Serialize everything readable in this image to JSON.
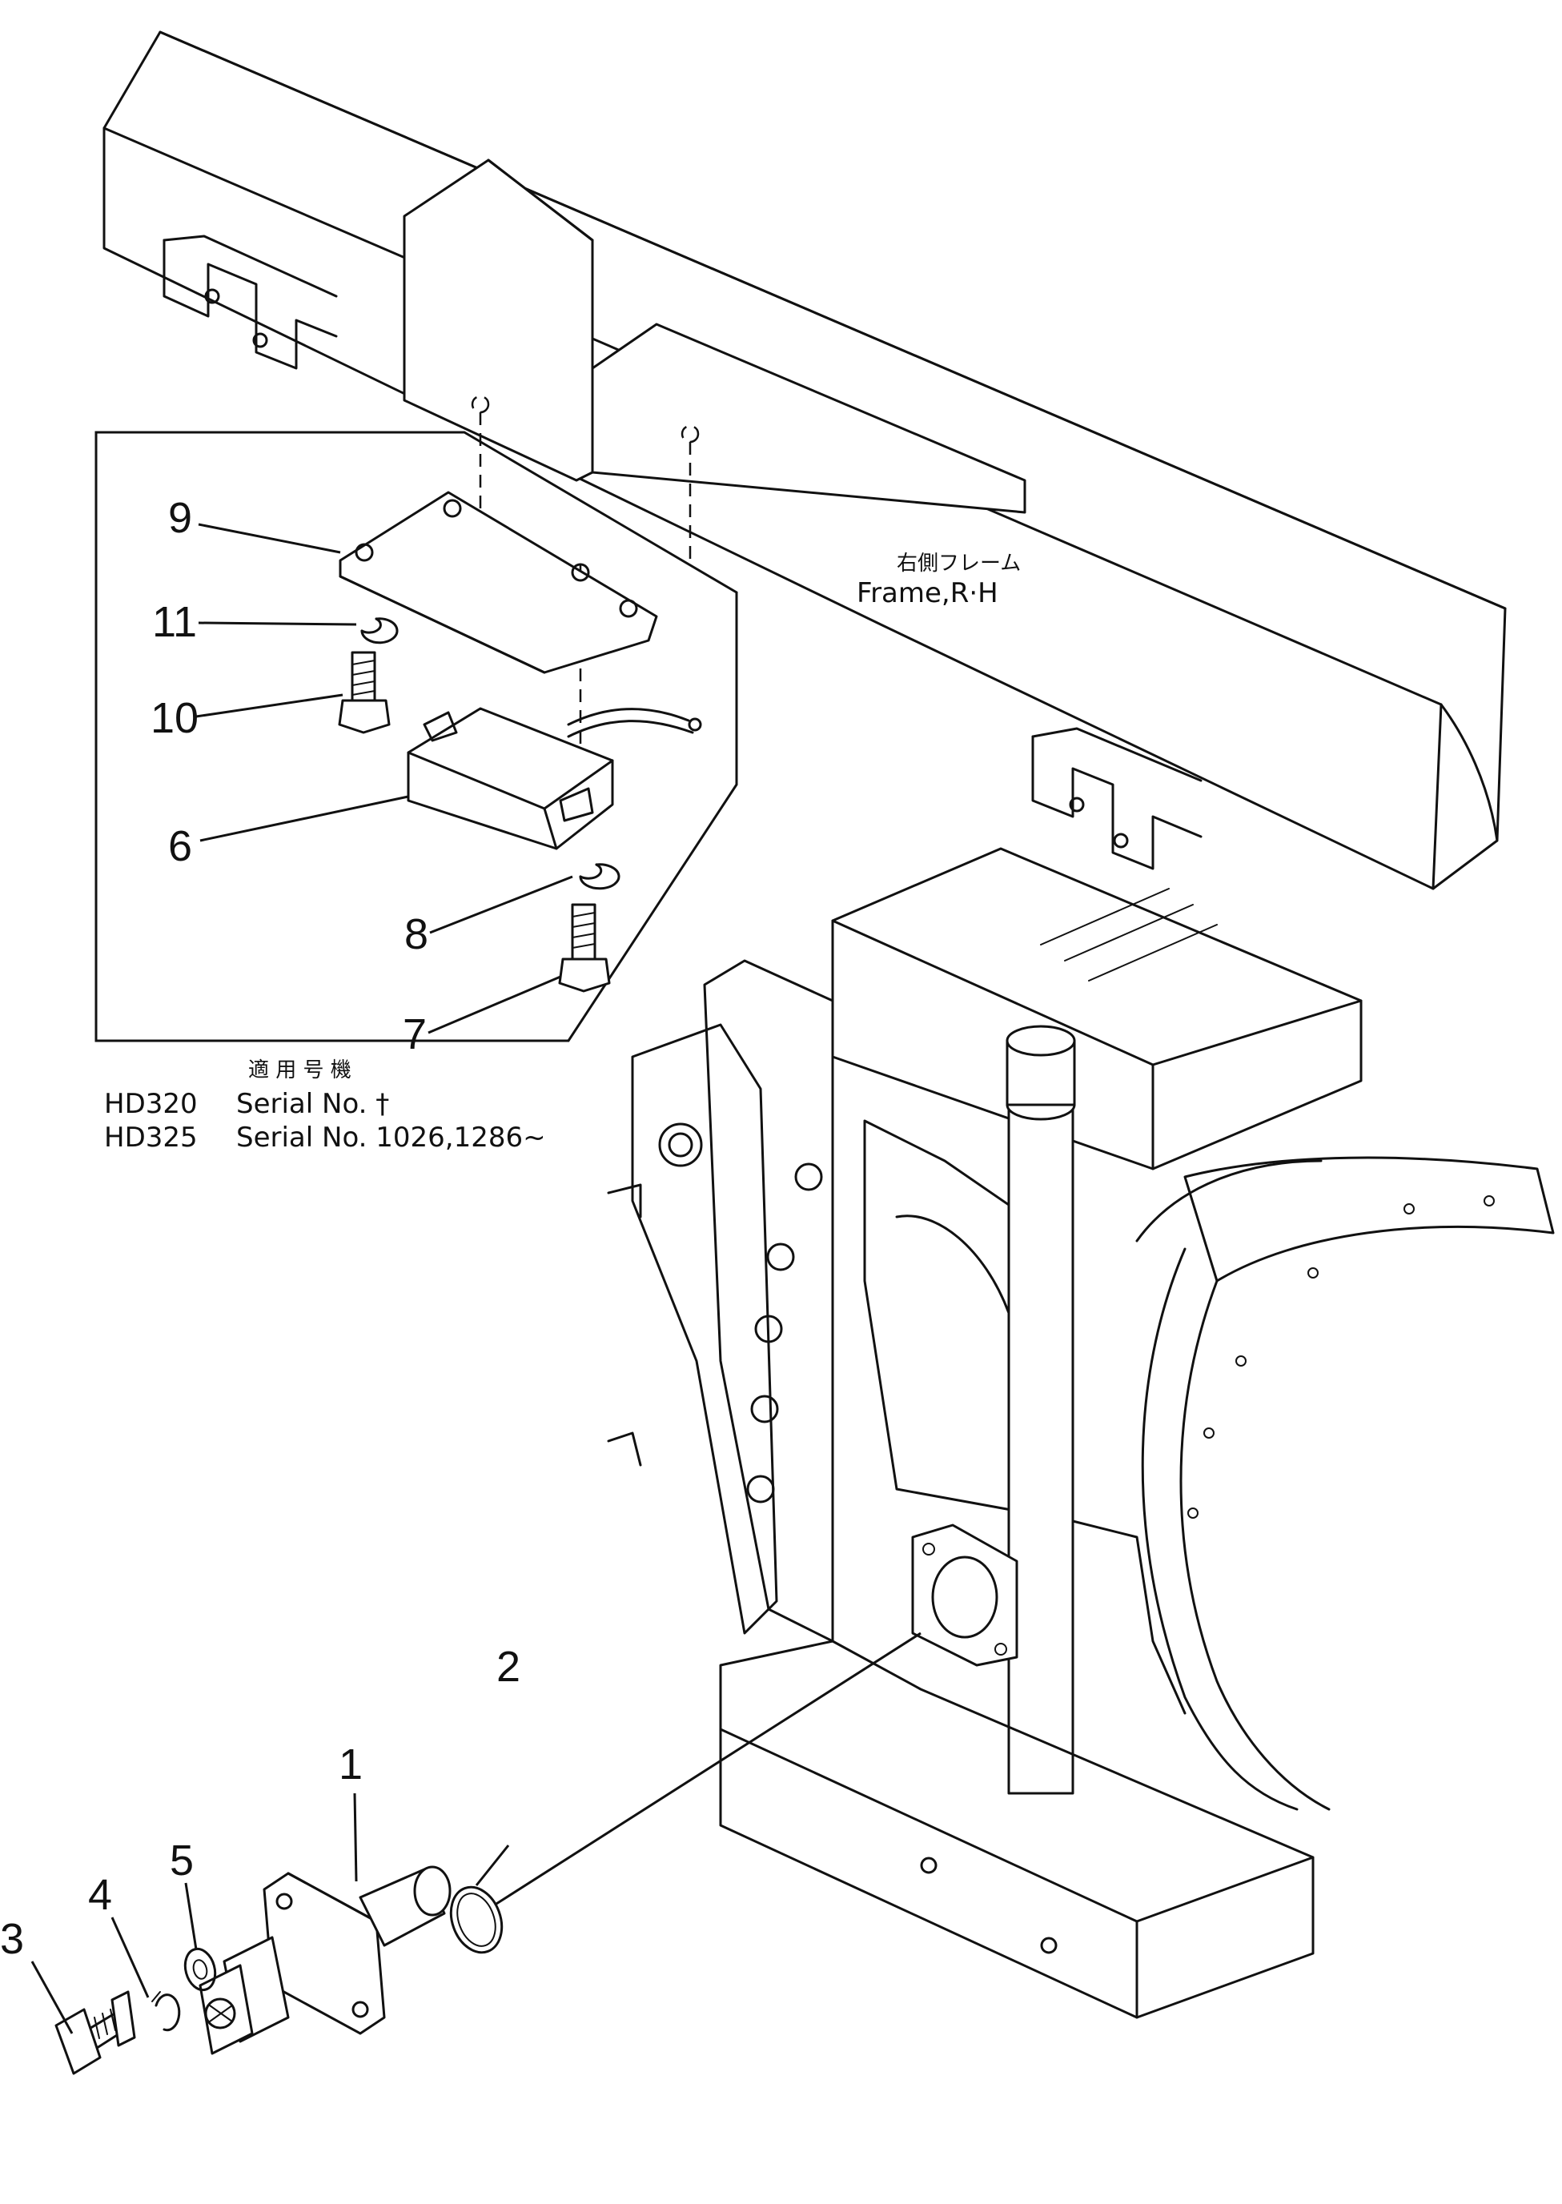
{
  "frame_label": {
    "japanese": "右側フレーム",
    "english": "Frame,R·H"
  },
  "applicability_note": {
    "heading": "適 用 号 機",
    "rows": [
      {
        "model": "HD320",
        "serial": "Serial No. †"
      },
      {
        "model": "HD325",
        "serial": "Serial No. 1026,1286~"
      }
    ]
  },
  "callouts": [
    "1",
    "2",
    "3",
    "4",
    "5",
    "6",
    "7",
    "8",
    "9",
    "10",
    "11"
  ]
}
